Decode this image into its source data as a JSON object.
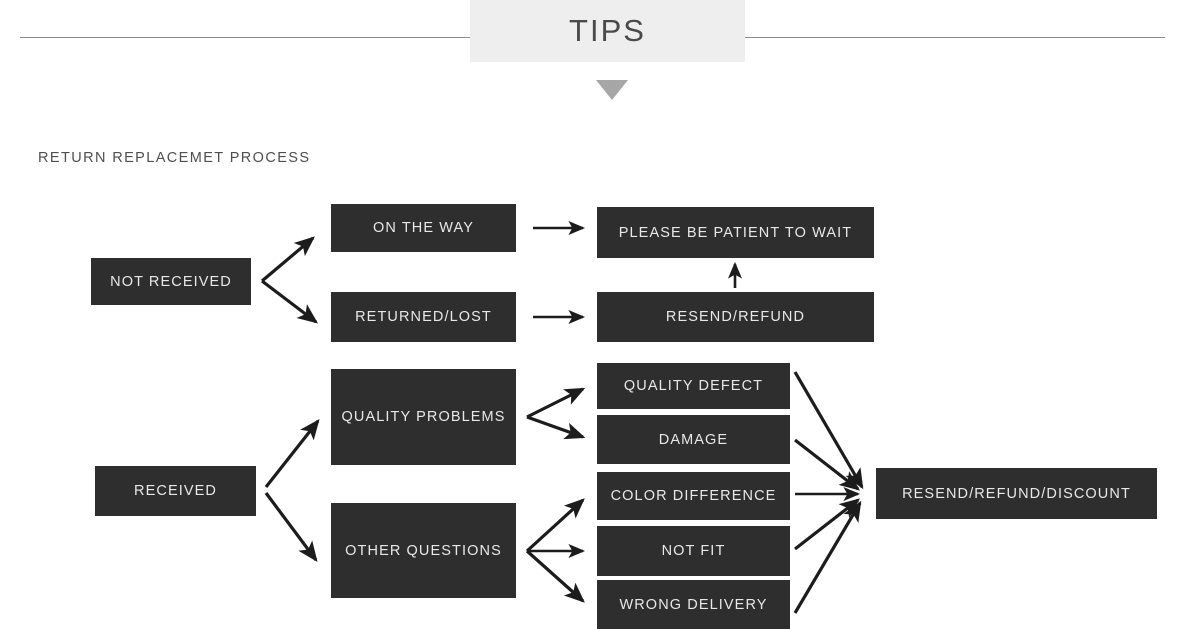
{
  "header": {
    "title": "TIPS",
    "caret_icon": "triangle-down-icon",
    "rule_color": "#8a8a8a",
    "plate_color": "#eeeeee"
  },
  "section": {
    "heading": "RETURN REPLACEMET PROCESS"
  },
  "theme": {
    "node_fill": "#2e2e2e",
    "node_text": "#e8e8e8",
    "arrow_color": "#1c1c1c",
    "page_background": "#ffffff"
  },
  "chart_data": {
    "type": "diagram",
    "title": "RETURN REPLACEMET PROCESS",
    "nodes": [
      {
        "id": "not-received",
        "label": "NOT RECEIVED",
        "column": 1,
        "branch": "not-received"
      },
      {
        "id": "on-the-way",
        "label": "ON THE WAY",
        "column": 2,
        "branch": "not-received"
      },
      {
        "id": "returned-lost",
        "label": "RETURNED/LOST",
        "column": 2,
        "branch": "not-received"
      },
      {
        "id": "please-wait",
        "label": "PLEASE BE PATIENT TO WAIT",
        "column": 3,
        "branch": "not-received"
      },
      {
        "id": "resend-refund",
        "label": "RESEND/REFUND",
        "column": 3,
        "branch": "not-received"
      },
      {
        "id": "received",
        "label": "RECEIVED",
        "column": 1,
        "branch": "received"
      },
      {
        "id": "quality-problems",
        "label": "QUALITY PROBLEMS",
        "column": 2,
        "branch": "received"
      },
      {
        "id": "other-questions",
        "label": "OTHER QUESTIONS",
        "column": 2,
        "branch": "received"
      },
      {
        "id": "quality-defect",
        "label": "QUALITY DEFECT",
        "column": 3,
        "branch": "received"
      },
      {
        "id": "damage",
        "label": "DAMAGE",
        "column": 3,
        "branch": "received"
      },
      {
        "id": "color-difference",
        "label": "COLOR DIFFERENCE",
        "column": 3,
        "branch": "received"
      },
      {
        "id": "not-fit",
        "label": "NOT FIT",
        "column": 3,
        "branch": "received"
      },
      {
        "id": "wrong-delivery",
        "label": "WRONG DELIVERY",
        "column": 3,
        "branch": "received"
      },
      {
        "id": "resend-refund-discount",
        "label": "RESEND/REFUND/DISCOUNT",
        "column": 4,
        "branch": "received"
      }
    ],
    "edges": [
      {
        "from": "not-received",
        "to": "on-the-way"
      },
      {
        "from": "not-received",
        "to": "returned-lost"
      },
      {
        "from": "on-the-way",
        "to": "please-wait"
      },
      {
        "from": "returned-lost",
        "to": "resend-refund"
      },
      {
        "from": "resend-refund",
        "to": "please-wait"
      },
      {
        "from": "received",
        "to": "quality-problems"
      },
      {
        "from": "received",
        "to": "other-questions"
      },
      {
        "from": "quality-problems",
        "to": "quality-defect"
      },
      {
        "from": "quality-problems",
        "to": "damage"
      },
      {
        "from": "other-questions",
        "to": "color-difference"
      },
      {
        "from": "other-questions",
        "to": "not-fit"
      },
      {
        "from": "other-questions",
        "to": "wrong-delivery"
      },
      {
        "from": "quality-defect",
        "to": "resend-refund-discount"
      },
      {
        "from": "damage",
        "to": "resend-refund-discount"
      },
      {
        "from": "color-difference",
        "to": "resend-refund-discount"
      },
      {
        "from": "not-fit",
        "to": "resend-refund-discount"
      },
      {
        "from": "wrong-delivery",
        "to": "resend-refund-discount"
      }
    ]
  }
}
